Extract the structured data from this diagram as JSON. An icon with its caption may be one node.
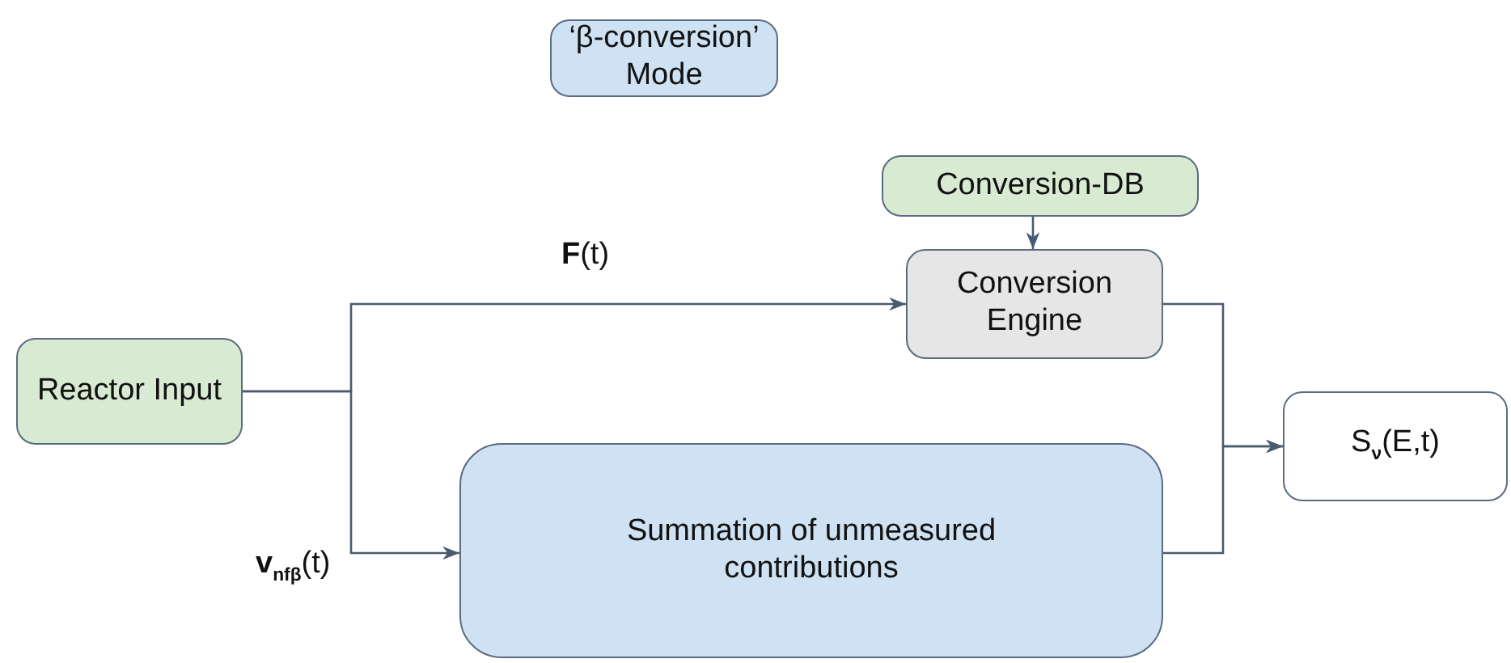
{
  "diagram": {
    "nodes": [
      {
        "text": [
          "‘β-conversion’ Mode"
        ]
      },
      {
        "text": [
          "Conversion-DB"
        ]
      },
      {
        "text": [
          "Reactor Input"
        ]
      },
      {
        "text": [
          "Conversion Engine"
        ]
      },
      {
        "text": [
          "S$_{ν}$(E,t)"
        ]
      },
      {
        "text": [
          "Summation of unmeasured contributions"
        ]
      }
    ],
    "edges": [
      {
        "from": 2,
        "to": 3,
        "arrow": "to",
        "label": "**F**(t)"
      },
      {
        "from": 2,
        "to": 5,
        "arrow": "to",
        "label": "**v**$_{nfβ}$(t)"
      },
      {
        "from": 1,
        "to": 3,
        "arrow": "to"
      },
      {
        "from": 3,
        "to": 4,
        "arrow": "to"
      },
      {
        "from": 5,
        "to": 4,
        "arrow": "to"
      }
    ]
  }
}
